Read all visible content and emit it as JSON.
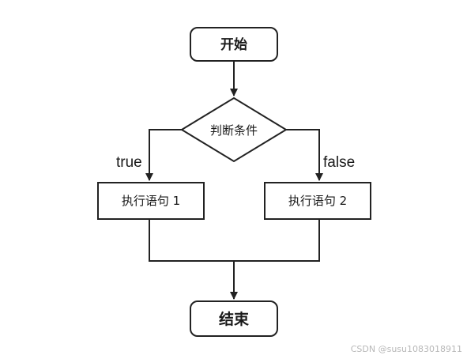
{
  "diagram": {
    "nodes": {
      "start": {
        "label": "开始",
        "shape": "rounded-rect"
      },
      "condition": {
        "label": "判断条件",
        "shape": "diamond"
      },
      "stmt1": {
        "label": "执行语句 1",
        "shape": "rect"
      },
      "stmt2": {
        "label": "执行语句 2",
        "shape": "rect"
      },
      "end": {
        "label": "结束",
        "shape": "rounded-rect"
      }
    },
    "edges": {
      "true_label": "true",
      "false_label": "false"
    }
  },
  "watermark": "CSDN @susu1083018911"
}
